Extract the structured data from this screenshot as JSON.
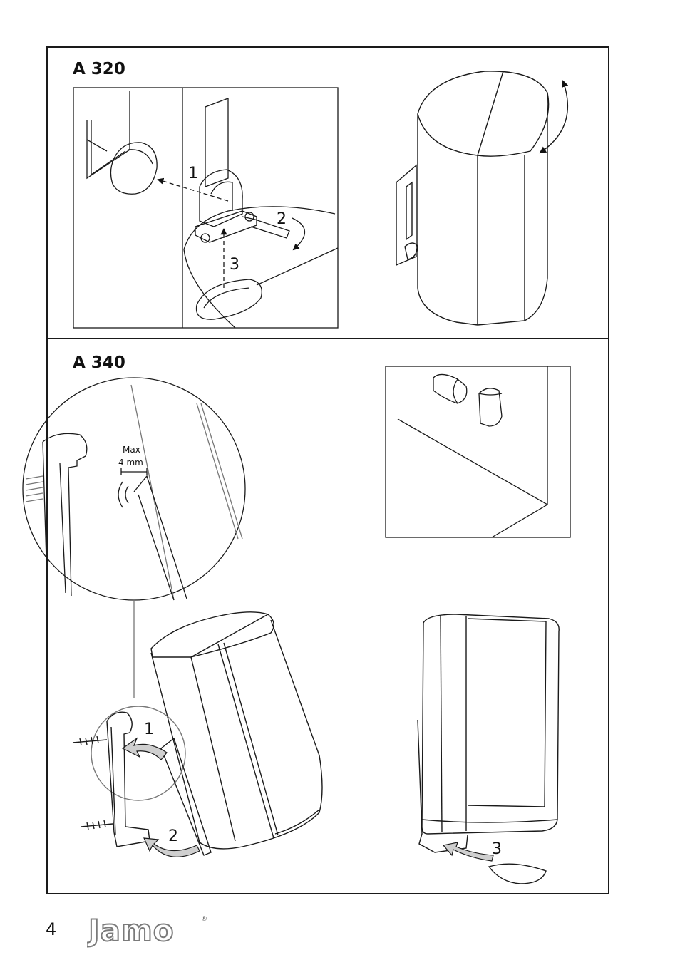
{
  "sections": {
    "a320": {
      "title": "A 320",
      "steps": [
        "1",
        "2",
        "3"
      ]
    },
    "a340": {
      "title": "A 340",
      "steps": [
        "1",
        "2",
        "3"
      ],
      "gap_label_line1": "Max",
      "gap_label_line2": "4 mm"
    }
  },
  "footer": {
    "page_number": "4",
    "brand": "Jamo",
    "registered_mark": "®"
  },
  "icons": [
    "speaker-a320-icon",
    "speaker-a340-icon",
    "wall-bracket-icon",
    "screw-icon",
    "rotate-arrow-icon",
    "sound-wave-icon"
  ]
}
